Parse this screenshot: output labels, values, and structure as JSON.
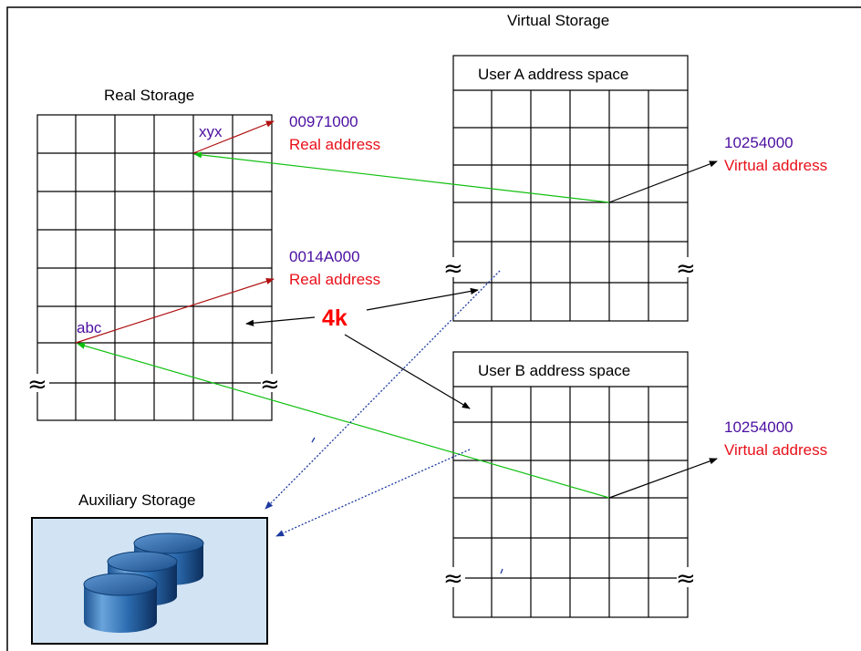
{
  "titles": {
    "virtual_storage": "Virtual Storage",
    "real_storage": "Real Storage",
    "auxiliary_storage": "Auxiliary Storage",
    "user_a": "User A address space",
    "user_b": "User B address space"
  },
  "labels": {
    "xyx": "xyx",
    "abc": "abc",
    "page_size": "4k",
    "real_addr_1": "00971000",
    "real_addr_1_caption": "Real address",
    "real_addr_2": "0014A000",
    "real_addr_2_caption": "Real address",
    "virt_addr_a": "10254000",
    "virt_addr_a_caption": "Virtual address",
    "virt_addr_b": "10254000",
    "virt_addr_b_caption": "Virtual address"
  },
  "colors": {
    "address_value": "#4b0fa0",
    "address_caption": "#e8101a",
    "page_size": "#ff0000",
    "arrow_red": "#b01010",
    "arrow_green": "#10c010",
    "arrow_black": "#000000",
    "arrow_blue_dotted": "#1c3aa0",
    "aux_box_fill": "#d2e3f4",
    "cylinder": "#2a6eb0"
  },
  "icons": [
    "squiggle-break-icon",
    "disk-stack-icon"
  ]
}
